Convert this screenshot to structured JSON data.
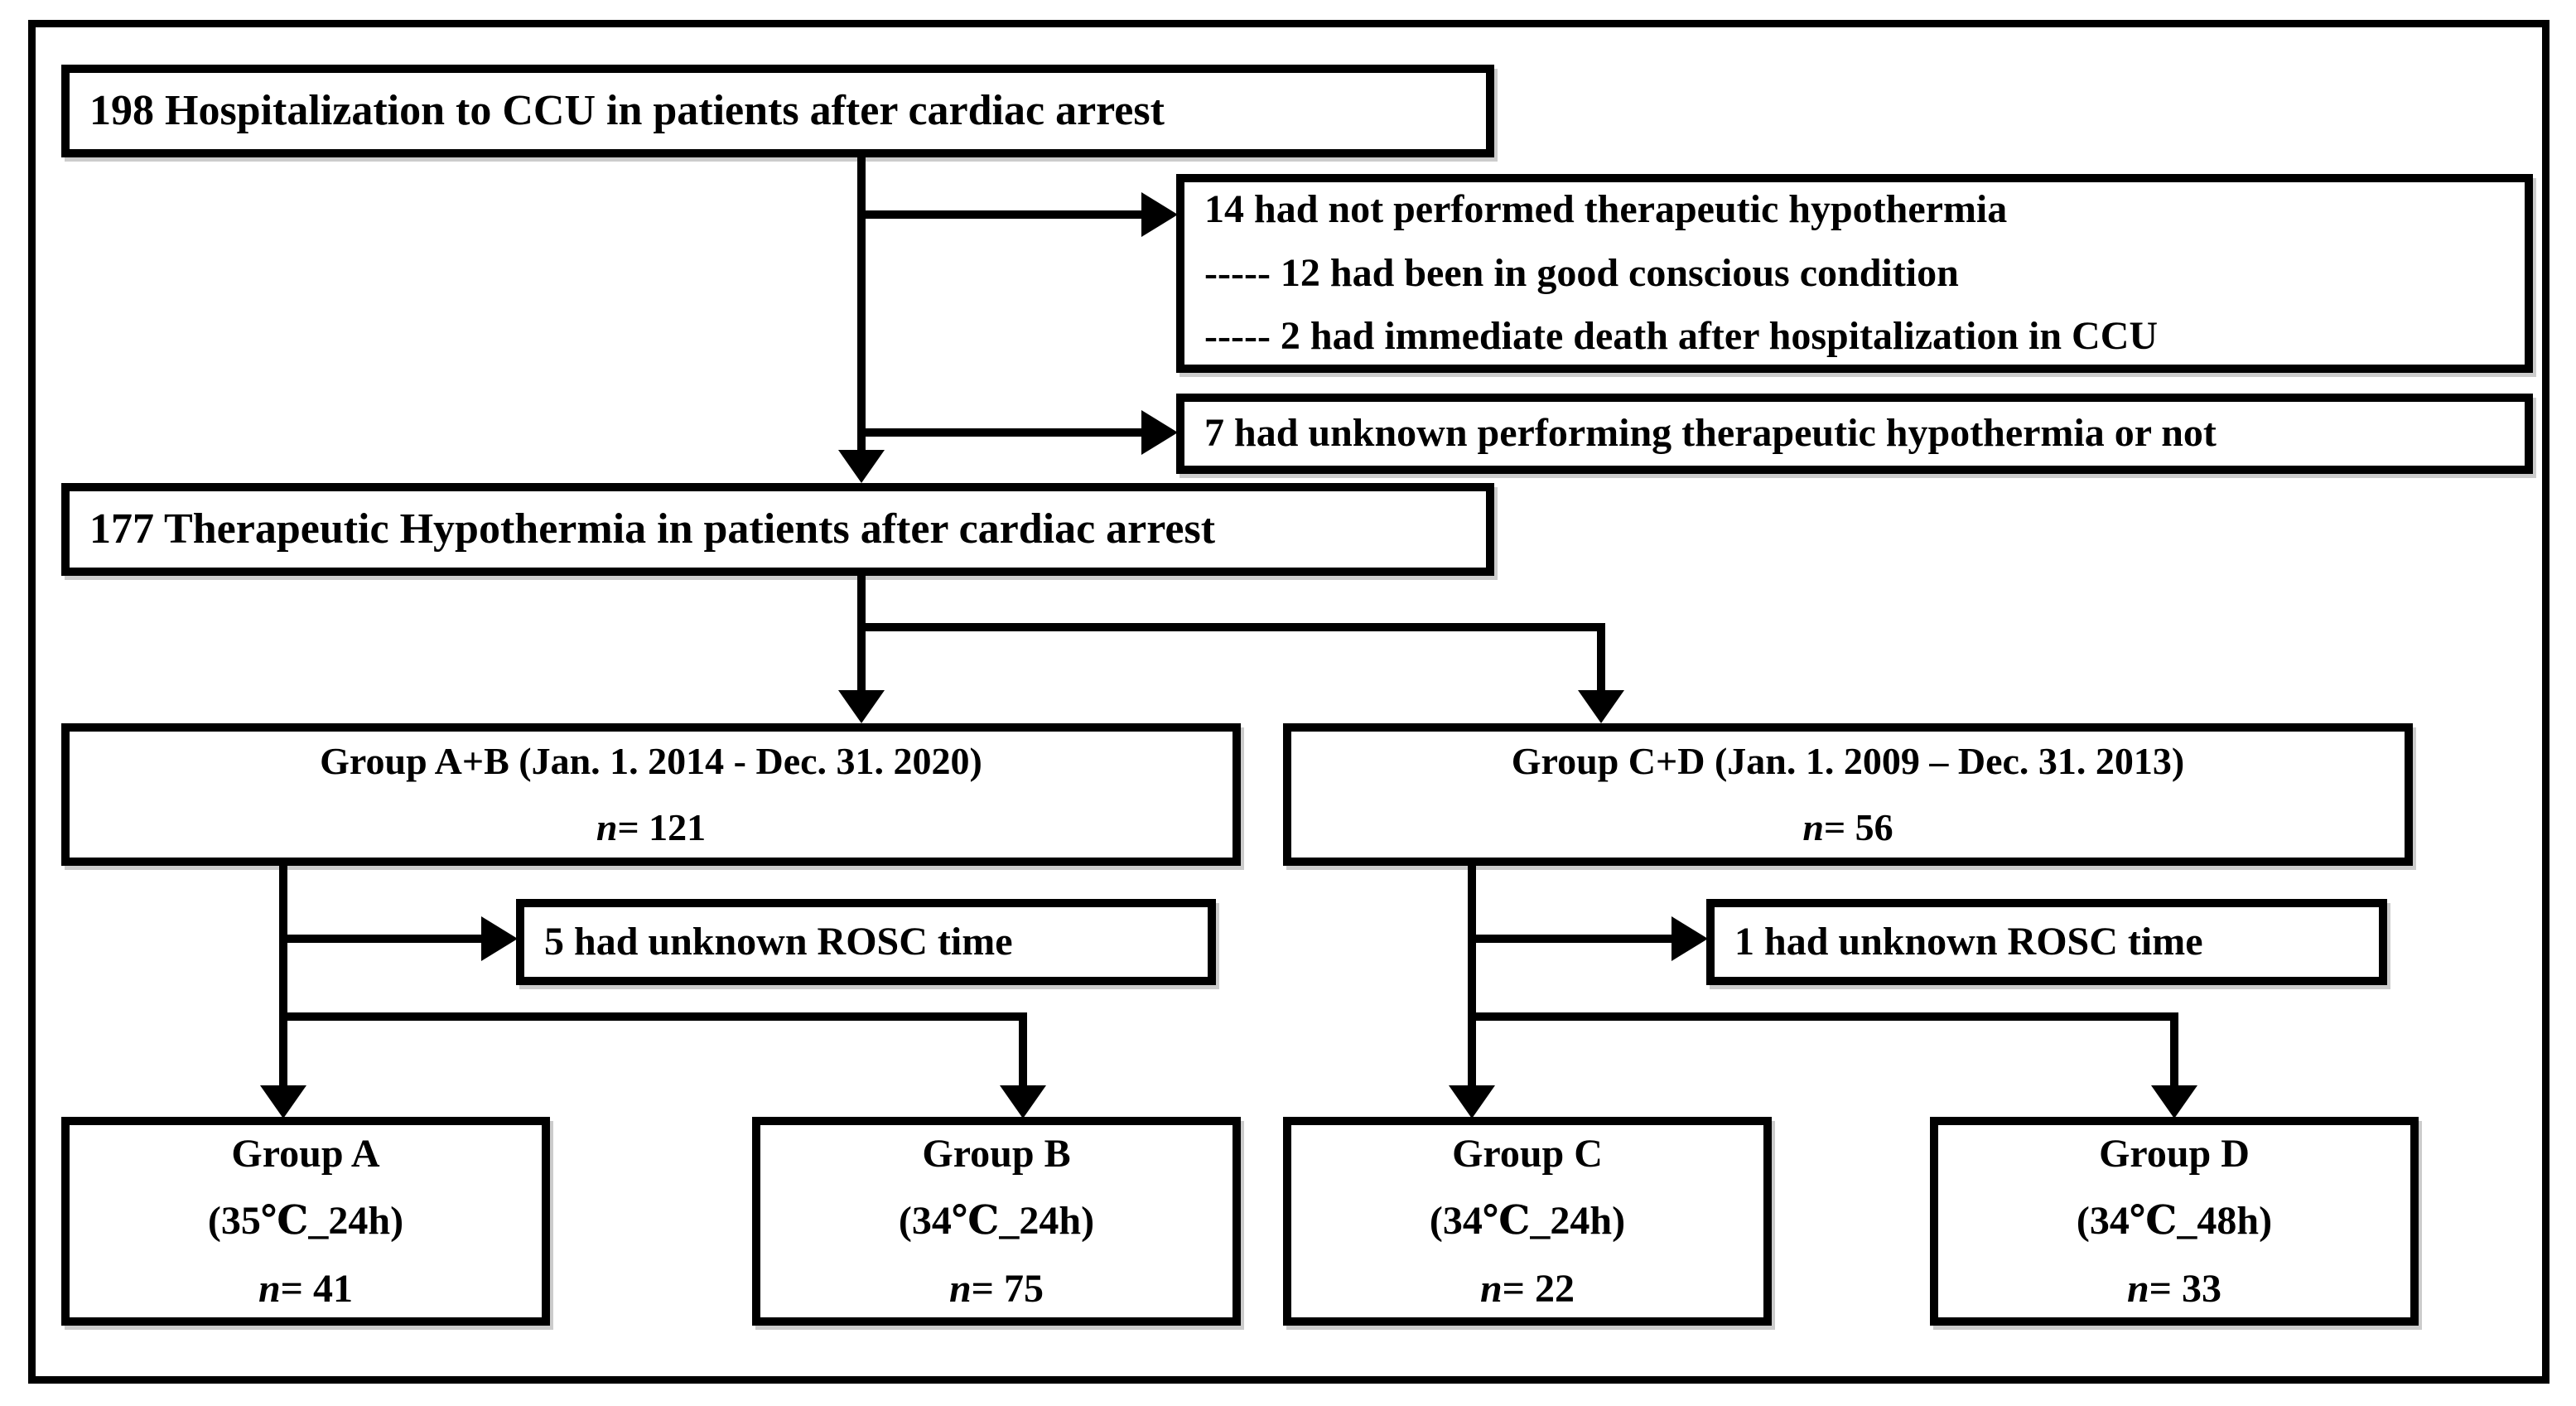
{
  "figure": {
    "colors": {
      "line": "#000000",
      "background": "#ffffff"
    },
    "boxes": {
      "hospitalization": {
        "text": "198 Hospitalization to CCU in patients after cardiac arrest"
      },
      "excluded_hypothermia": {
        "line1": "14 had not performed therapeutic hypothermia",
        "line2": "----- 12 had been in good conscious condition",
        "line3": "----- 2 had immediate death after hospitalization in CCU"
      },
      "excluded_unknown": {
        "text": "7 had unknown performing therapeutic hypothermia or not"
      },
      "therapeutic_hypothermia": {
        "text": "177 Therapeutic Hypothermia in patients after cardiac arrest"
      },
      "group_ab": {
        "title": "Group A+B (Jan. 1. 2014 - Dec. 31. 2020)",
        "n_label": "n",
        "n_value": "= 121"
      },
      "group_cd": {
        "title": "Group C+D (Jan. 1. 2009 – Dec. 31. 2013)",
        "n_label": "n",
        "n_value": "= 56"
      },
      "rosc_ab": {
        "text": "5 had unknown ROSC time"
      },
      "rosc_cd": {
        "text": "1 had unknown ROSC time"
      },
      "group_a": {
        "title": "Group A",
        "condition": "(35℃_24h)",
        "n_label": "n",
        "n_value": "= 41"
      },
      "group_b": {
        "title": "Group B",
        "condition": "(34℃_24h)",
        "n_label": "n",
        "n_value": "= 75"
      },
      "group_c": {
        "title": "Group C",
        "condition": "(34℃_24h)",
        "n_label": "n",
        "n_value": "= 22"
      },
      "group_d": {
        "title": "Group D",
        "condition": "(34℃_48h)",
        "n_label": "n",
        "n_value": "= 33"
      }
    }
  }
}
